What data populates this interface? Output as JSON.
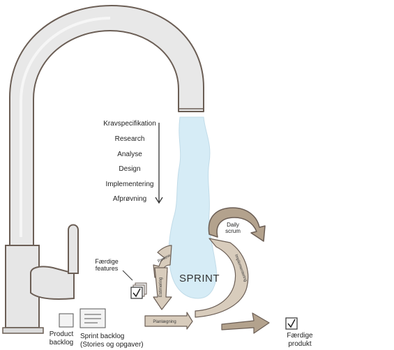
{
  "phases": [
    "Kravspecifikation",
    "Research",
    "Analyse",
    "Design",
    "Implementering",
    "Afprøvning"
  ],
  "sprint_label": "SPRINT",
  "daily_scrum": [
    "Daily",
    "scrum"
  ],
  "arrow_labels": {
    "review": "Review",
    "estimering": "Estimering",
    "planlaegning": "Planlægning",
    "implementering": "Implementering"
  },
  "faerdige_features": [
    "Færdige",
    "features"
  ],
  "product_backlog": [
    "Product",
    "backlog"
  ],
  "sprint_backlog": [
    "Sprint backlog",
    "(Stories og opgaver)"
  ],
  "faerdige_produkt": [
    "Færdige",
    "produkt"
  ],
  "colors": {
    "faucet": "#e8e8e8",
    "outline": "#6b5e55",
    "water": "#d6ecf6",
    "arrow_fill": "#d8ccbc",
    "arrow_dark": "#b3a28d"
  }
}
